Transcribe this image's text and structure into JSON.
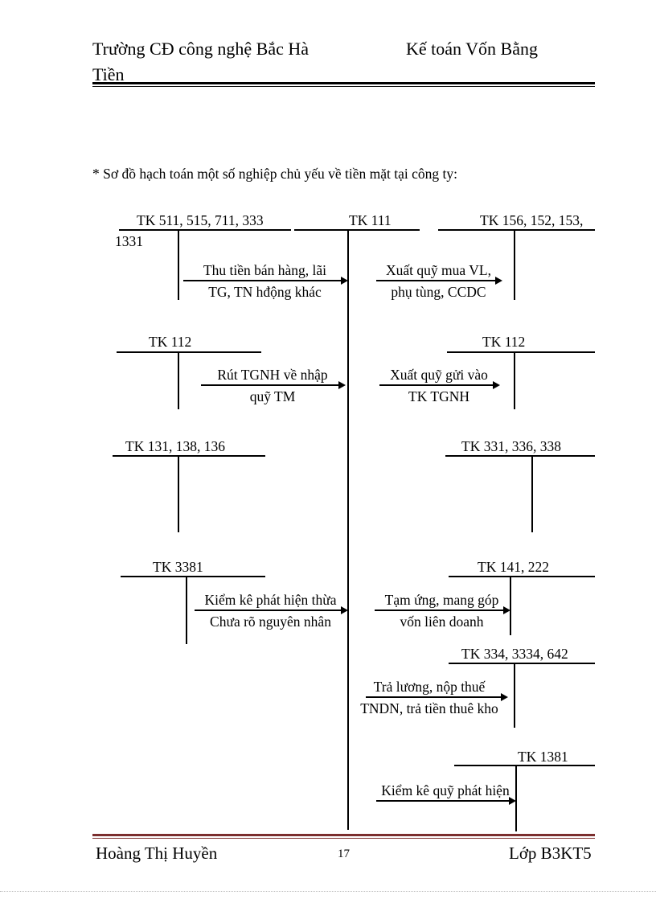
{
  "header": {
    "school": "Trường CĐ công nghệ Bắc Hà",
    "subject": "Kế toán Vốn Bằng",
    "subject_wrap": "Tiền"
  },
  "title": "* Sơ đồ hạch toán một số nghiệp  chủ yếu về tiền mặt tại công ty:",
  "diagram": {
    "accounts": {
      "revenue": {
        "label": "TK 511, 515, 711, 333",
        "wrap": "1331"
      },
      "cash": {
        "label": "TK 111"
      },
      "materials": {
        "label": "TK 156, 152, 153,"
      },
      "bank_left": {
        "label": "TK 112"
      },
      "bank_right": {
        "label": "TK 112"
      },
      "receivables": {
        "label": "TK 131, 138, 136"
      },
      "payables": {
        "label": "TK 331, 336, 338"
      },
      "surplus": {
        "label": "TK 3381"
      },
      "advance": {
        "label": "TK 141, 222"
      },
      "salary": {
        "label": "TK 334, 3334, 642"
      },
      "shortage": {
        "label": "TK 1381"
      }
    },
    "flows": {
      "thu_tien": {
        "line1": "Thu tiền bán hàng, lãi",
        "line2": "TG, TN hđộng khác"
      },
      "xuat_mua": {
        "line1": "Xuất quỹ mua VL,",
        "line2": "phụ tùng, CCDC"
      },
      "rut_tgnh": {
        "line1": "Rút TGNH về nhập",
        "line2": "quỹ TM"
      },
      "xuat_gui": {
        "line1": "Xuất quỹ gửi vào",
        "line2": "TK TGNH"
      },
      "kiem_ke_thua": {
        "line1": "Kiểm kê phát hiện thừa",
        "line2": "Chưa rõ nguyên nhân"
      },
      "tam_ung": {
        "line1": "Tạm ứng, mang góp",
        "line2": "vốn liên doanh"
      },
      "tra_luong": {
        "line1": "Trả lương, nộp thuế",
        "line2": "TNDN, trả tiền thuê kho"
      },
      "kiem_ke_quy": {
        "line1": "Kiểm kê quỹ phát hiện"
      }
    }
  },
  "footer": {
    "author": "Hoàng Thị Huyền",
    "page_number": "17",
    "class_label": "Lớp B3KT5"
  },
  "colors": {
    "footer_rule": "#7b2e2e",
    "ink": "#000000"
  }
}
